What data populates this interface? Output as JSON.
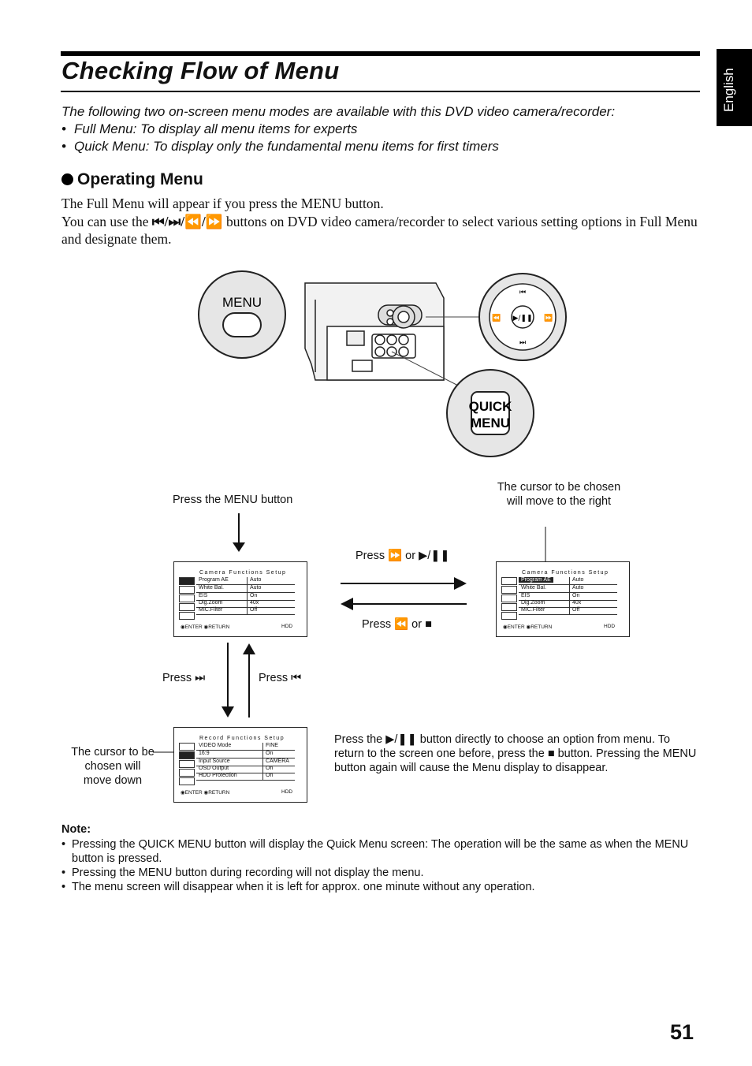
{
  "header": {
    "title": "Checking Flow of Menu",
    "language_tab": "English"
  },
  "intro": {
    "line1": "The following two on-screen menu modes are available with this DVD video camera/recorder:",
    "bullets": [
      "Full Menu: To display all menu items for experts",
      "Quick Menu: To display only the fundamental menu items for first timers"
    ]
  },
  "section": {
    "heading": "Operating Menu",
    "para1": "The Full Menu will appear if you press the MENU button.",
    "para2_a": "You can use the ",
    "para2_icons": "⏮/⏭/⏪/⏩",
    "para2_b": " buttons on DVD video camera/recorder to select various setting options in Full Menu and designate them."
  },
  "camera_labels": {
    "menu_button": "MENU",
    "quick_menu_line1": "QUICK",
    "quick_menu_line2": "MENU"
  },
  "diagram": {
    "press_menu": "Press the MENU button",
    "cursor_right": "The cursor to be chosen will move to the right",
    "press_forward": "Press ⏩ or ▶/❚❚",
    "press_back": "Press ⏪ or ■",
    "press_next": "Press ⏭",
    "press_prev": "Press ⏮",
    "cursor_down": "The cursor to be chosen will move down",
    "instructions": "Press the ▶/❚❚ button directly to choose an option from menu. To return to the screen one before, press the ■ button. Pressing the MENU button again will cause the Menu display to disappear."
  },
  "screens": {
    "camera_title": "Camera Functions Setup",
    "camera_rows": [
      {
        "key": "Program AE",
        "val": "Auto"
      },
      {
        "key": "White Bal.",
        "val": "Auto"
      },
      {
        "key": "EIS",
        "val": "On"
      },
      {
        "key": "Dig.Zoom",
        "val": "40x"
      },
      {
        "key": "MIC.Filter",
        "val": "Off"
      }
    ],
    "record_title": "Record Functions Setup",
    "record_rows": [
      {
        "key": "VIDEO Mode",
        "val": "FINE"
      },
      {
        "key": "16:9",
        "val": "On"
      },
      {
        "key": "Input Source",
        "val": "CAMERA"
      },
      {
        "key": "OSD Output",
        "val": "On"
      },
      {
        "key": "HDD Protection",
        "val": "On"
      }
    ],
    "footer_enter": "ENTER",
    "footer_return": "RETURN",
    "footer_hdd": "HDD"
  },
  "note": {
    "heading": "Note:",
    "items": [
      "Pressing the QUICK MENU button will display the Quick Menu screen: The operation will be the same as when the MENU button is pressed.",
      "Pressing the MENU button during recording will not display the menu.",
      "The menu screen will disappear when it is left for approx. one minute without any operation."
    ]
  },
  "page_number": "51"
}
